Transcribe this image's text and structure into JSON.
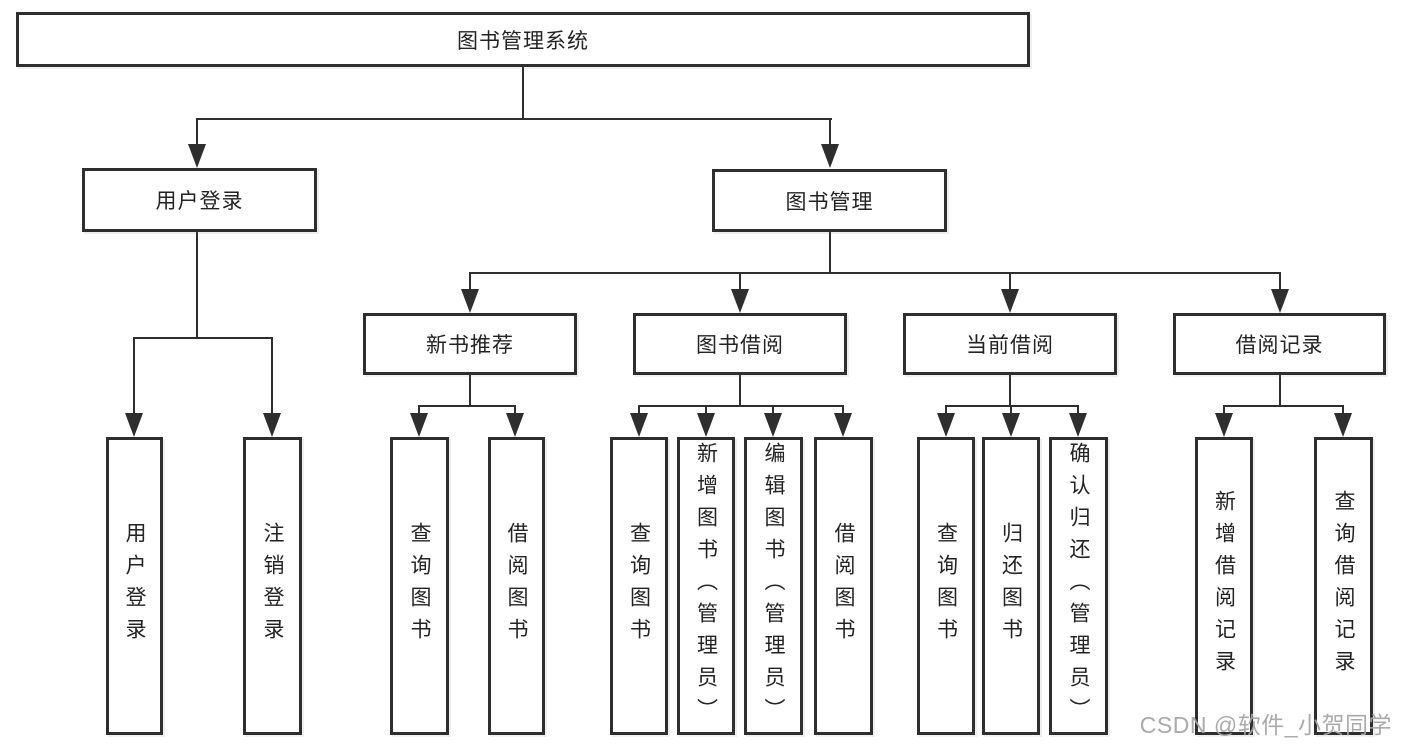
{
  "diagram_title": "图书管理系统",
  "nodes": {
    "root": {
      "label": "图书管理系统"
    },
    "user_login_branch": {
      "label": "用户登录"
    },
    "book_mgmt_branch": {
      "label": "图书管理"
    },
    "leaf_user_login": {
      "label": "用户登录"
    },
    "leaf_logout": {
      "label": "注销登录"
    },
    "new_book_rec": {
      "label": "新书推荐"
    },
    "book_borrow": {
      "label": "图书借阅"
    },
    "current_borrow": {
      "label": "当前借阅"
    },
    "borrow_records": {
      "label": "借阅记录"
    },
    "nb_query_books": {
      "label": "查询图书"
    },
    "nb_borrow_books": {
      "label": "借阅图书"
    },
    "bb_query_books": {
      "label": "查询图书"
    },
    "bb_add_books": {
      "label": "新增图书（管理员）"
    },
    "bb_edit_books": {
      "label": "编辑图书（管理员）"
    },
    "bb_borrow_books": {
      "label": "借阅图书"
    },
    "cb_query_books": {
      "label": "查询图书"
    },
    "cb_return_books": {
      "label": "归还图书"
    },
    "cb_confirm_return": {
      "label": "确认归还（管理员）"
    },
    "br_add_record": {
      "label": "新增借阅记录"
    },
    "br_query_record": {
      "label": "查询借阅记录"
    }
  },
  "hierarchy": {
    "图书管理系统": {
      "用户登录": [
        "用户登录",
        "注销登录"
      ],
      "图书管理": {
        "新书推荐": [
          "查询图书",
          "借阅图书"
        ],
        "图书借阅": [
          "查询图书",
          "新增图书（管理员）",
          "编辑图书（管理员）",
          "借阅图书"
        ],
        "当前借阅": [
          "查询图书",
          "归还图书",
          "确认归还（管理员）"
        ],
        "借阅记录": [
          "新增借阅记录",
          "查询借阅记录"
        ]
      }
    }
  },
  "watermark": "CSDN @软件_小贺同学",
  "colors": {
    "line": "#2e2e2e",
    "box_border": "#2e2e2e",
    "text": "#232323",
    "background": "#ffffff",
    "watermark": "#a5a5a5"
  }
}
